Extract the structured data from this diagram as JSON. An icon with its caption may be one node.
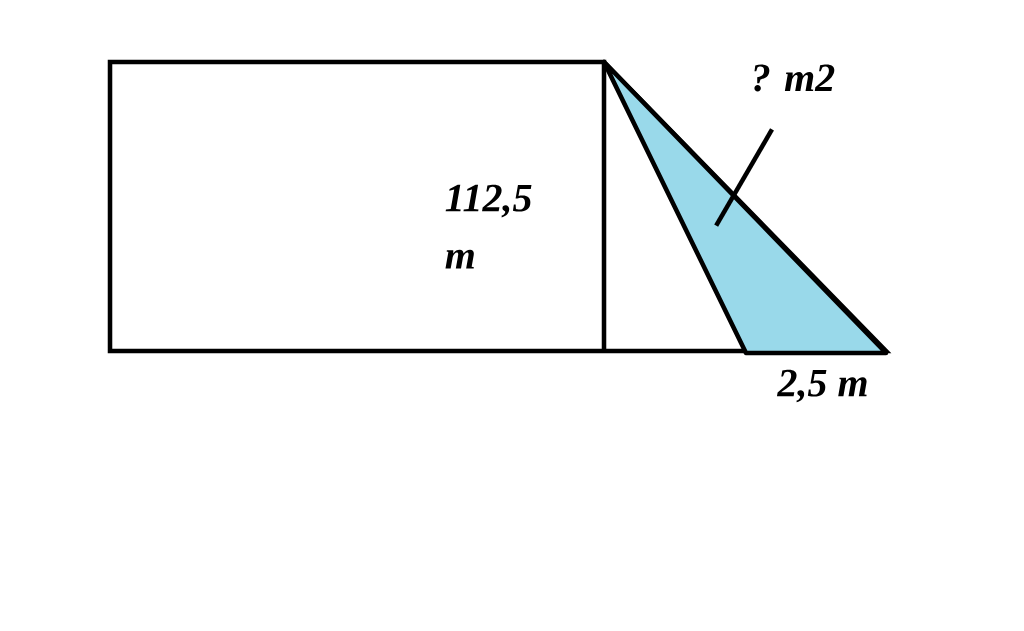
{
  "diagram": {
    "nodes": [
      {
        "text": [
          "? m2"
        ]
      },
      {
        "text": [],
        "shape": "triangle"
      }
    ],
    "edges": [
      {
        "from": 0,
        "to": 1,
        "arrow": "none"
      }
    ],
    "labels": [
      "112,5 m",
      "2,5 m"
    ]
  }
}
